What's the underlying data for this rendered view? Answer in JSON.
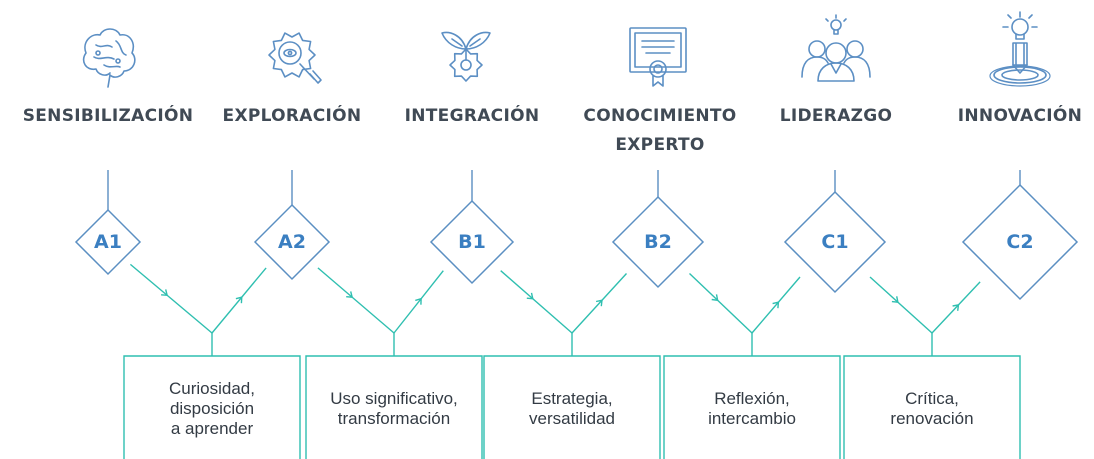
{
  "colors": {
    "icon": "#5c8fc4",
    "diamond": "#5b8fc2",
    "level_text": "#3b7fc1",
    "stage_text": "#404a55",
    "teal": "#2fbfb0",
    "box_text": "#333b44"
  },
  "stages": [
    {
      "title": "SENSIBILIZACIÓN",
      "level": "A1",
      "icon": "brain-icon"
    },
    {
      "title": "EXPLORACIÓN",
      "level": "A2",
      "icon": "gear-magnifier-icon"
    },
    {
      "title": "INTEGRACIÓN",
      "level": "B1",
      "icon": "sprout-gear-icon"
    },
    {
      "title": "CONOCIMIENTO EXPERTO",
      "level": "B2",
      "icon": "certificate-icon"
    },
    {
      "title": "LIDERAZGO",
      "level": "C1",
      "icon": "team-idea-icon"
    },
    {
      "title": "INNOVACIÓN",
      "level": "C2",
      "icon": "lightbulb-pedestal-icon"
    }
  ],
  "outcomes": [
    {
      "text": "Curiosidad,\ndisposición\na aprender"
    },
    {
      "text": "Uso significativo,\ntransformación"
    },
    {
      "text": "Estrategia,\nversatilidad"
    },
    {
      "text": "Reflexión,\nintercambio"
    },
    {
      "text": "Crítica,\nrenovación"
    }
  ]
}
